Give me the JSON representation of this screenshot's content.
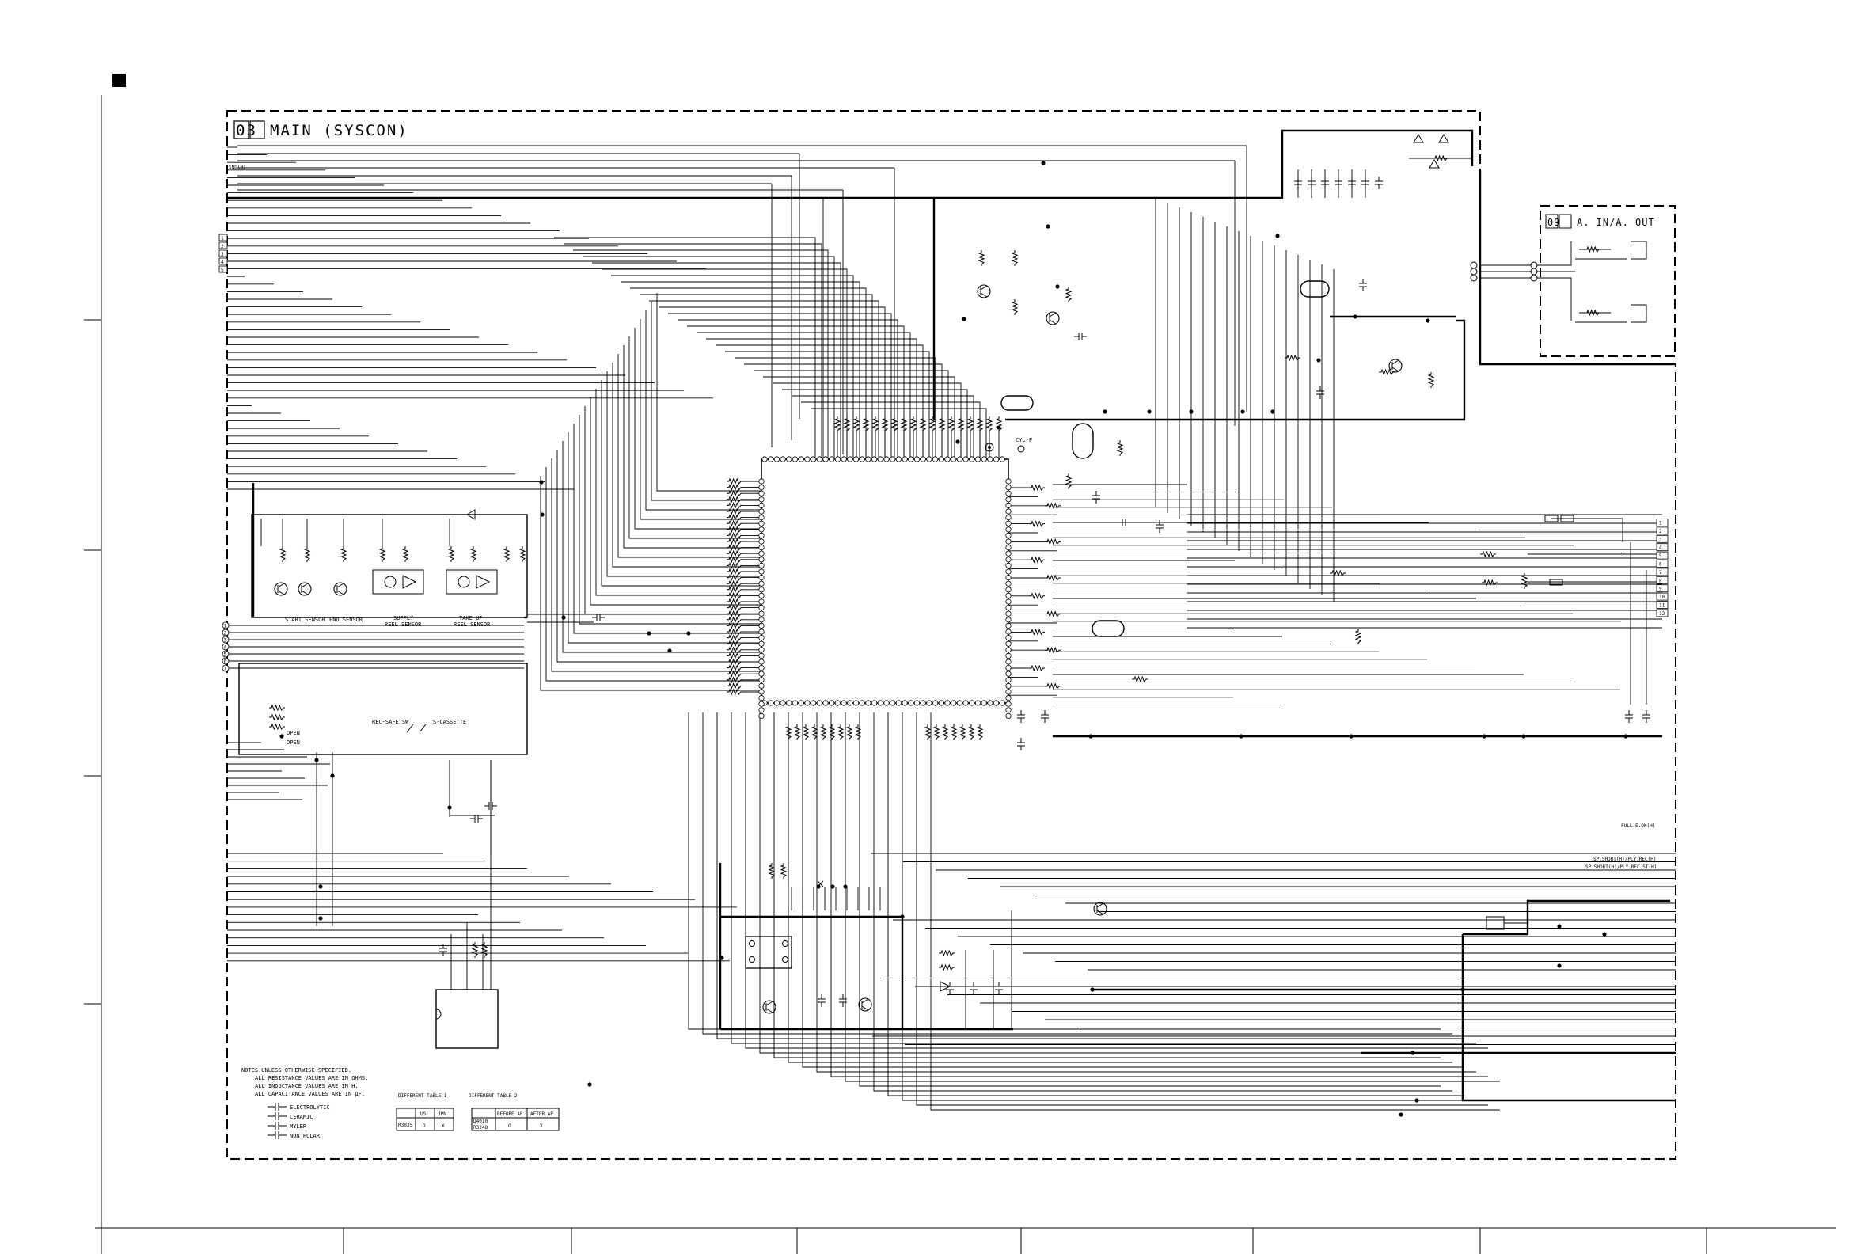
{
  "sheet": {
    "main_block": {
      "number": "03",
      "title": "MAIN (SYSCON)"
    },
    "av_block": {
      "number": "09",
      "title": "A. IN/A. OUT"
    }
  },
  "left_nets": {
    "top": "SND(H)",
    "pins_top": [
      "1",
      "2",
      "3",
      "4",
      "5"
    ],
    "pins_mid": [
      "1",
      "2",
      "3",
      "4",
      "5",
      "6",
      "7"
    ]
  },
  "sensors": {
    "start": "START SENSOR",
    "end": "END SENSOR",
    "supply_1": "SUPPLY",
    "supply_2": "REEL SENSOR",
    "takeup_1": "TAKE UP",
    "takeup_2": "REEL SENSOR"
  },
  "switches": {
    "open_1": "OPEN",
    "open_2": "OPEN",
    "rec_safe": "REC-SAFE SW",
    "s_cassette": "S-CASSETTE"
  },
  "cylinder": {
    "label": "CYL-F"
  },
  "right_connector": {
    "pins": [
      "1",
      "2",
      "3",
      "4",
      "5",
      "6",
      "7",
      "8",
      "9",
      "10",
      "11",
      "12"
    ]
  },
  "right_nets": {
    "full_erase": "FULL.E.ON(H)",
    "shorten": "SP.SHORT(H)/PLY.REC(H)",
    "shorten_2": "SP.SHORT(H)/PLY.REC.ST(H)"
  },
  "notes": {
    "lines": [
      "NOTES:UNLESS OTHERWISE SPECIFIED.",
      "ALL RESISTANCE VALUES ARE IN OHMS.",
      "ALL INDUCTANCE VALUES ARE IN H.",
      "ALL CAPACITANCE VALUES ARE IN μF."
    ],
    "legend": [
      "ELECTROLYTIC",
      "CERAMIC",
      "MYLER",
      "NON POLAR"
    ]
  },
  "table1": {
    "title": "DIFFERENT TABLE 1",
    "col_us": "US",
    "col_jpn": "JPN",
    "row_label": "R3035",
    "v_us": "O",
    "v_jpn": "X"
  },
  "table2": {
    "title": "DIFFERENT TABLE 2",
    "col_before": "BEFORE AP",
    "col_after": "AFTER AP",
    "row_label_1": "D4010",
    "row_label_2": "R3248",
    "v_before": "O",
    "v_after": "X"
  }
}
